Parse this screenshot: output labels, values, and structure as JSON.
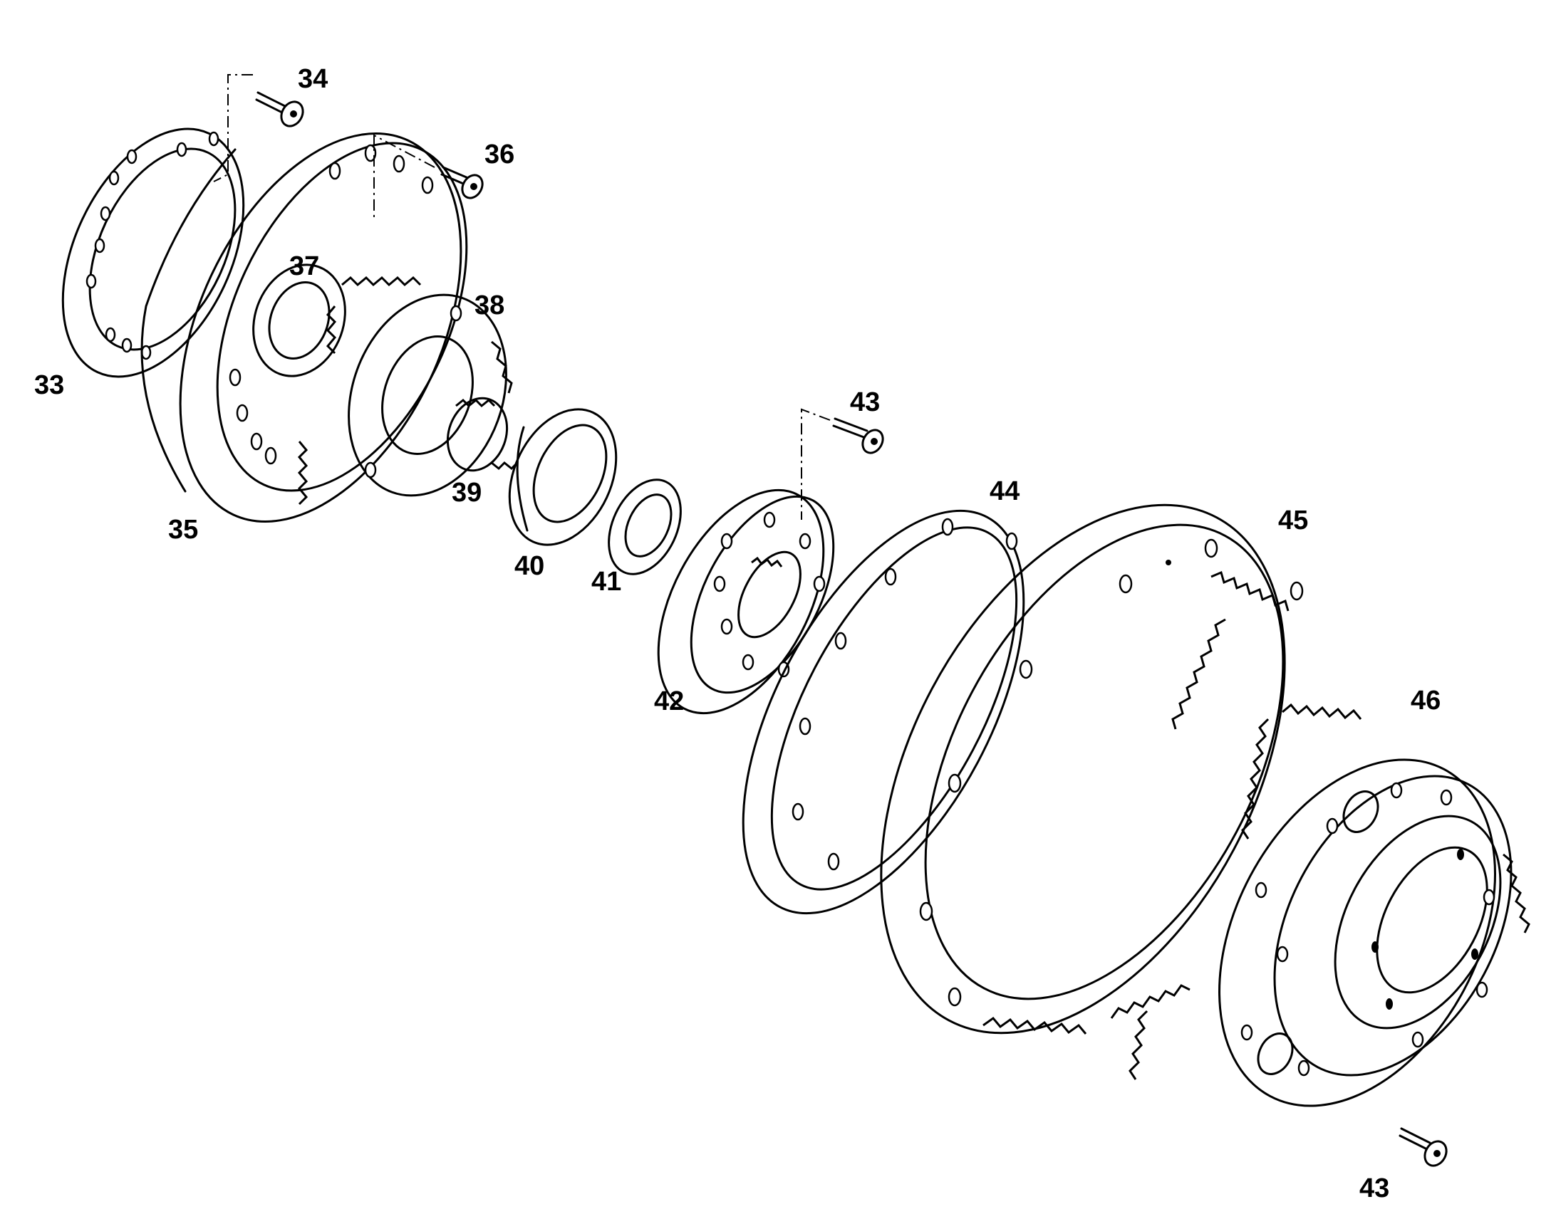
{
  "diagram": {
    "callouts": [
      "33",
      "34",
      "35",
      "36",
      "37",
      "38",
      "39",
      "40",
      "41",
      "42",
      "43",
      "44",
      "45",
      "46",
      "43"
    ]
  }
}
